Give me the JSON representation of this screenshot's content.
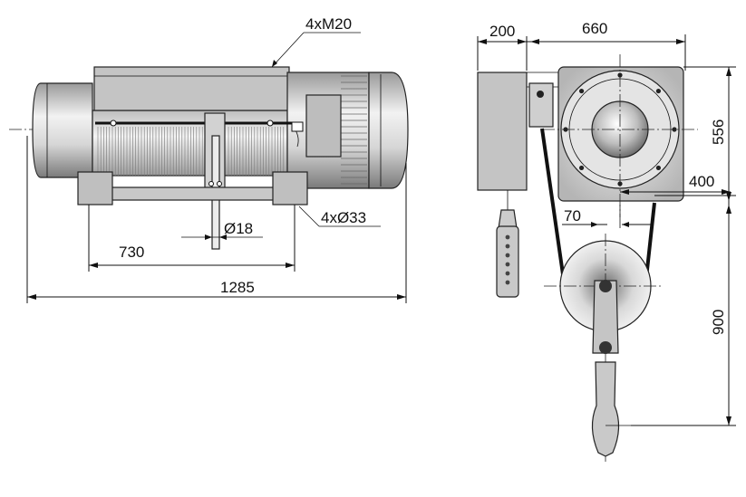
{
  "diagram": {
    "left_view": {
      "labels": {
        "bolts": "4xM20",
        "rope_diameter": "Ø18",
        "foot_holes": "4xØ33",
        "foot_spacing": "730",
        "overall_length": "1285"
      }
    },
    "right_view": {
      "labels": {
        "pendant_width": "200",
        "body_width": "660",
        "body_height": "556",
        "rope_offset": "400",
        "rope_gap": "70",
        "hook_drop": "900"
      }
    },
    "colors": {
      "body": "#c9c9c9",
      "body_dark": "#8f8f8f",
      "line": "#111111"
    }
  }
}
